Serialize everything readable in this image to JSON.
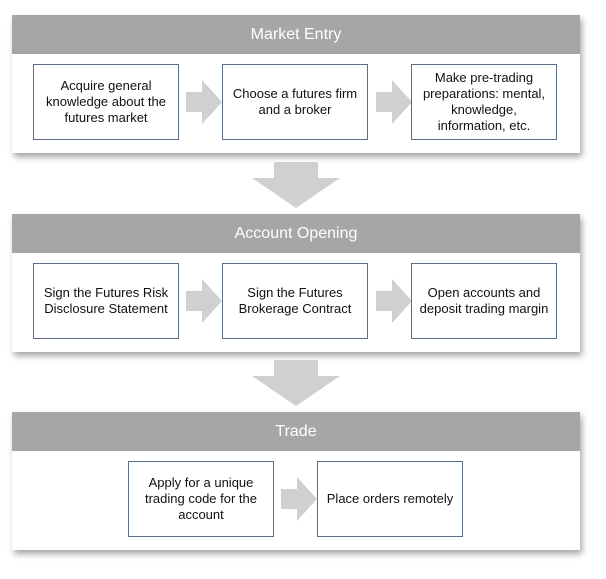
{
  "sections": [
    {
      "title": "Market Entry",
      "steps": [
        "Acquire general knowledge about the futures market",
        "Choose a futures firm and a broker",
        "Make pre-trading preparations: mental, knowledge, information, etc."
      ]
    },
    {
      "title": "Account Opening",
      "steps": [
        "Sign the Futures Risk Disclosure Statement",
        "Sign the Futures Brokerage Contract",
        "Open accounts and deposit trading margin"
      ]
    },
    {
      "title": "Trade",
      "steps": [
        "Apply for a unique trading code for the account",
        "Place orders remotely"
      ]
    }
  ],
  "colors": {
    "header_bg": "#a6a6a6",
    "arrow": "#d0d0d0",
    "box_border": "#5b6c86"
  }
}
